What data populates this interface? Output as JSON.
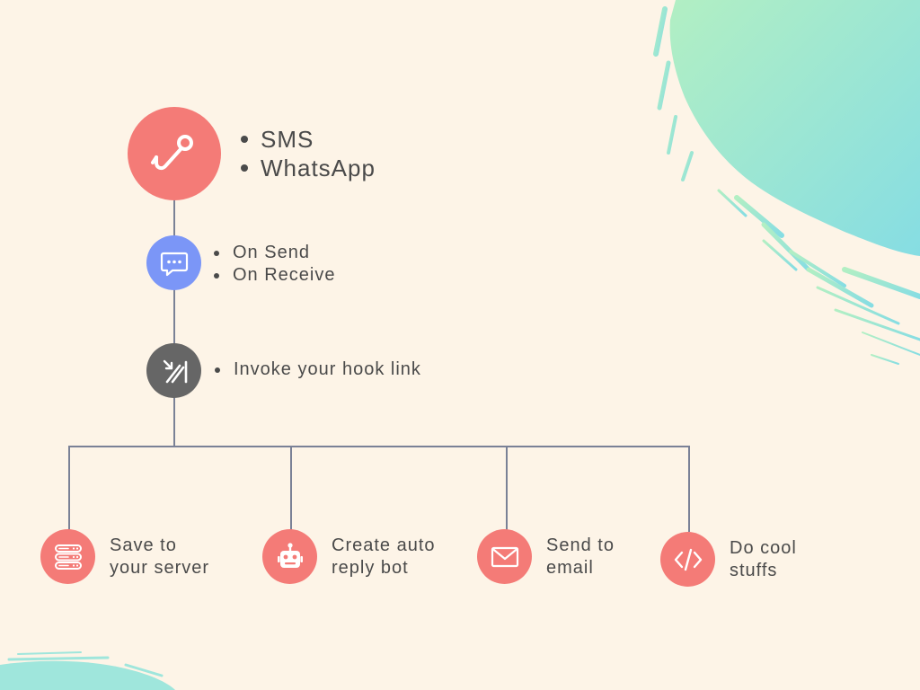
{
  "top": {
    "icon": "hook-icon",
    "items": [
      "SMS",
      "WhatsApp"
    ]
  },
  "events": {
    "icon": "chat-bubble-icon",
    "items": [
      "On Send",
      "On Receive"
    ]
  },
  "invoke": {
    "icon": "webhook-arrows-icon",
    "items": [
      "Invoke your hook link"
    ]
  },
  "actions": [
    {
      "icon": "server-icon",
      "line1": "Save to",
      "line2": "your server"
    },
    {
      "icon": "robot-icon",
      "line1": "Create auto",
      "line2": "reply bot"
    },
    {
      "icon": "mail-icon",
      "line1": "Send to",
      "line2": "email"
    },
    {
      "icon": "code-icon",
      "line1": "Do cool",
      "line2": "stuffs"
    }
  ],
  "colors": {
    "background": "#fdf4e7",
    "coral": "#f47b77",
    "blue": "#7b96f7",
    "gray": "#666666",
    "connector": "#7a8196",
    "brush_start": "#a8ecc8",
    "brush_end": "#8fdfe6"
  }
}
